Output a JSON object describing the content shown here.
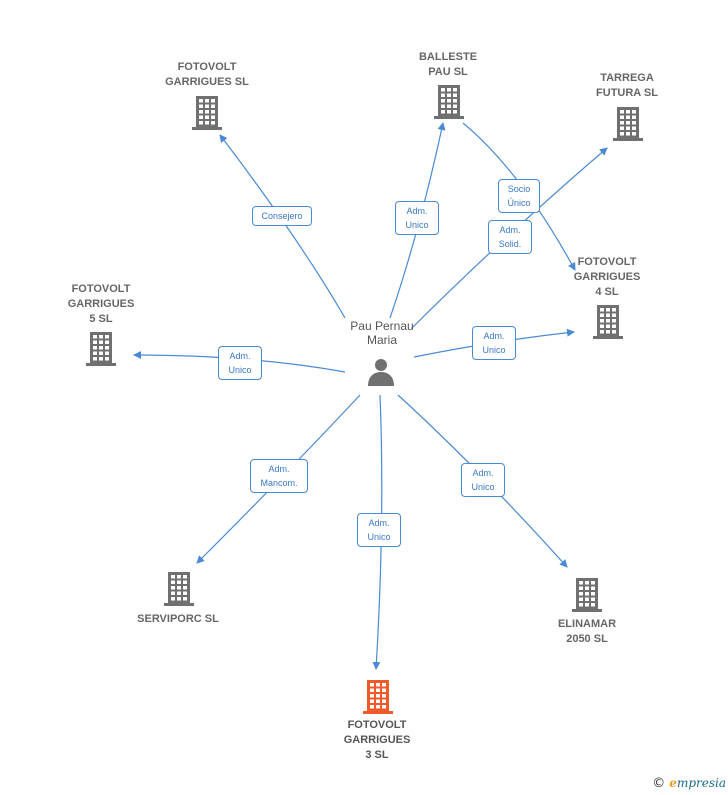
{
  "center": {
    "label": "Pau Pernau\nMaria"
  },
  "colors": {
    "edge": "#4a8ad4",
    "building": "#707070",
    "highlight": "#f05a28"
  },
  "nodes": [
    {
      "id": "fotovolt-garrigues-sl",
      "label": "FOTOVOLT\nGARRIGUES SL",
      "highlight": false
    },
    {
      "id": "balleste-pau-sl",
      "label": "BALLESTE\nPAU SL",
      "highlight": false
    },
    {
      "id": "tarrega-futura-sl",
      "label": "TARREGA\nFUTURA SL",
      "highlight": false
    },
    {
      "id": "fotovolt-garrigues-4-sl",
      "label": "FOTOVOLT\nGARRIGUES\n4 SL",
      "highlight": false
    },
    {
      "id": "fotovolt-garrigues-5-sl",
      "label": "FOTOVOLT\nGARRIGUES\n5 SL",
      "highlight": false
    },
    {
      "id": "serviporc-sl",
      "label": "SERVIPORC SL",
      "highlight": false
    },
    {
      "id": "fotovolt-garrigues-3-sl",
      "label": "FOTOVOLT\nGARRIGUES\n3 SL",
      "highlight": true
    },
    {
      "id": "elinamar-2050-sl",
      "label": "ELINAMAR\n2050 SL",
      "highlight": false
    }
  ],
  "edges": [
    {
      "from": "center",
      "to": "fotovolt-garrigues-sl",
      "label": "Consejero"
    },
    {
      "from": "center",
      "to": "balleste-pau-sl",
      "label": "Adm.\nUnico"
    },
    {
      "from": "balleste-pau-sl",
      "to": "fotovolt-garrigues-4-sl",
      "label": "Socio\nÚnico"
    },
    {
      "from": "center",
      "to": "tarrega-futura-sl",
      "label": "Adm.\nSolid."
    },
    {
      "from": "center",
      "to": "fotovolt-garrigues-4-sl",
      "label": "Adm.\nUnico"
    },
    {
      "from": "center",
      "to": "fotovolt-garrigues-5-sl",
      "label": "Adm.\nUnico"
    },
    {
      "from": "center",
      "to": "serviporc-sl",
      "label": "Adm.\nMancom."
    },
    {
      "from": "center",
      "to": "fotovolt-garrigues-3-sl",
      "label": "Adm.\nUnico"
    },
    {
      "from": "center",
      "to": "elinamar-2050-sl",
      "label": "Adm.\nUnico"
    }
  ],
  "footer": {
    "copyright": "©",
    "brand_initial": "e",
    "brand_rest": "mpresia"
  }
}
